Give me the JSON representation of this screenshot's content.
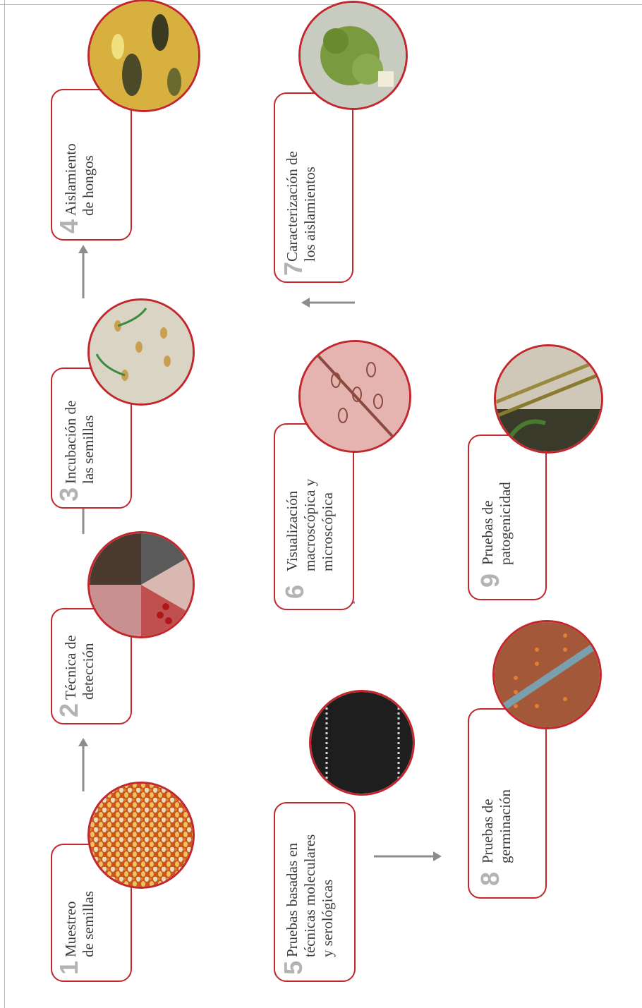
{
  "steps": [
    {
      "id": 1,
      "num": "1",
      "label": "Muestreo\nde semillas",
      "photo": "corn-seeds"
    },
    {
      "id": 2,
      "num": "2",
      "label": "Técnica de\ndetección",
      "photo": "detection-collage"
    },
    {
      "id": 3,
      "num": "3",
      "label": "Incubación de\nlas semillas",
      "photo": "germinating-seeds"
    },
    {
      "id": 4,
      "num": "4",
      "label": "Aislamiento\nde hongos",
      "photo": "fungal-growth"
    },
    {
      "id": 5,
      "num": "5",
      "label": "Pruebas basadas en\ntécnicas moleculares\ny serológicas",
      "photo": "gel-electrophoresis"
    },
    {
      "id": 6,
      "num": "6",
      "label": "Visualización\nmacroscópica y\nmicroscópica",
      "photo": "microscopic-spores"
    },
    {
      "id": 7,
      "num": "7",
      "label": "Caracterización de\nlos aislamientos",
      "photo": "petri-dish-culture"
    },
    {
      "id": 8,
      "num": "8",
      "label": "Pruebas de\ngerminación",
      "photo": "germination-tray"
    },
    {
      "id": 9,
      "num": "9",
      "label": "Pruebas de\npatogenicidad",
      "photo": "diseased-plants"
    }
  ],
  "colors": {
    "accent": "#c1272d",
    "number": "#b3b3b3",
    "arrow": "#8c8c8c",
    "text": "#3a3a3a"
  }
}
